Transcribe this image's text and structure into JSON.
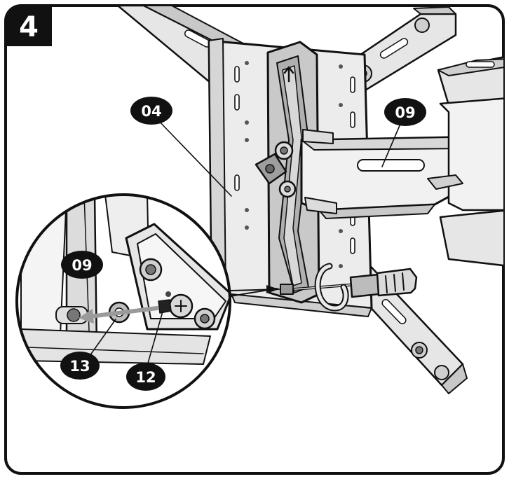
{
  "step": {
    "number": "4"
  },
  "callouts": {
    "wall_plate": "04",
    "arm": "09",
    "zoom_arm": "09",
    "washer": "13",
    "bolt": "12"
  },
  "colors": {
    "ink": "#111111",
    "part_fill": "#e9e9e9",
    "shade": "#bdbdbd",
    "mid": "#d4d4d4",
    "arrow": "#9a9a9a",
    "badge": "#111111"
  }
}
